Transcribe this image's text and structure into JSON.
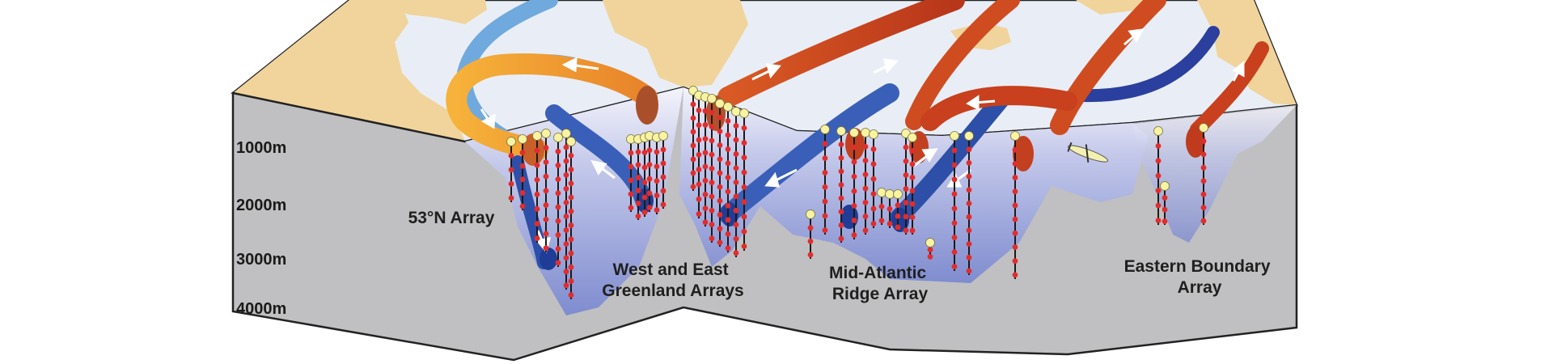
{
  "depth_axis": [
    "1000m",
    "2000m",
    "3000m",
    "4000m"
  ],
  "arrays": [
    {
      "label_lines": [
        "53°N Array"
      ]
    },
    {
      "label_lines": [
        "West and East",
        "Greenland Arrays"
      ]
    },
    {
      "label_lines": [
        "Mid-Atlantic",
        "Ridge Array"
      ]
    },
    {
      "label_lines": [
        "Eastern Boundary",
        "Array"
      ]
    }
  ],
  "colors": {
    "land": "#f0d49b",
    "sea_surface": "#e9eef6",
    "sea_floor_block": "#c0c0c2",
    "deep_water": "#8f9bd6",
    "warm_current_orange": "#f2a030",
    "warm_current_red": "#cf4c20",
    "cold_current_light_blue": "#6fa9dd",
    "cold_current_dark_blue": "#2d4fa8",
    "mooring_float": "#f7f3a1",
    "mooring_instrument": "#e12d2d",
    "glider_icon": "#f4f0b0"
  },
  "icons": [
    "glider-icon",
    "mooring-float-icon",
    "current-arrow-icon"
  ]
}
